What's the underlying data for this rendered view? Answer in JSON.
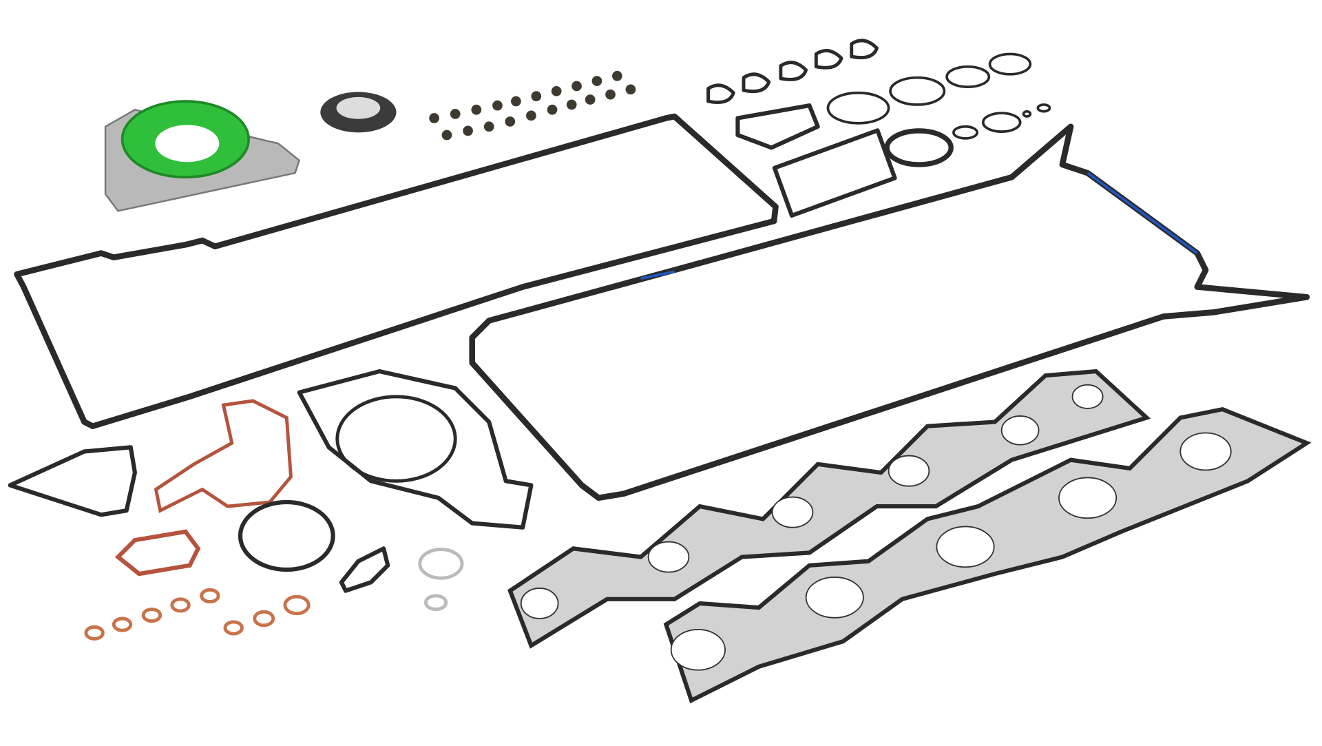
{
  "colors": {
    "background": "#ffffff",
    "gasket_dark": "#2a2a2a",
    "gasket_metal": "#4a4a4e",
    "seal_green": "#2fbf3a",
    "copper": "#c8734a",
    "rubber_red": "#b5533c",
    "housing_silver": "#b9b9b9",
    "sealant_blue": "#1f56c4"
  },
  "parts": [
    "valve-cover-gasket",
    "oil-pan-gasket",
    "intake-manifold-gasket",
    "exhaust-manifold-gasket",
    "rear-main-seal",
    "front-crank-seal",
    "valve-stem-seals",
    "o-rings",
    "copper-washers",
    "water-pump-gasket"
  ]
}
